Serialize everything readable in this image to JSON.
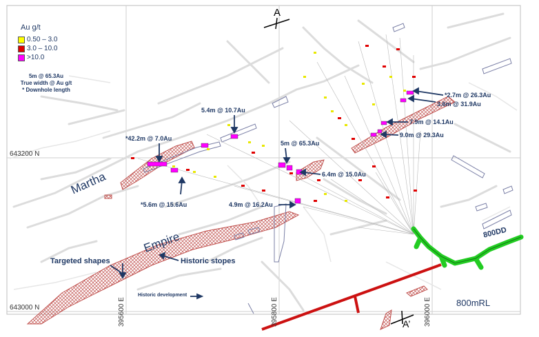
{
  "legend": {
    "title": "Au g/t",
    "items": [
      {
        "label": "0.50 – 3.0",
        "color": "#ffff00"
      },
      {
        "label": "3.0 – 10.0",
        "color": "#e00000"
      },
      {
        "label": ">10.0",
        "color": "#ff00ff"
      }
    ]
  },
  "note": {
    "line1": "5m @ 65.3Au",
    "line2": "True width @ Au g/t",
    "line3": "* Downhole length"
  },
  "section": {
    "a": "A",
    "a_prime": "A’"
  },
  "grid": {
    "northing_top": "643200 N",
    "northing_bottom": "643000 N",
    "easting_1": "395600 E",
    "easting_2": "395800 E",
    "easting_3": "396000 E"
  },
  "names": {
    "martha": "Martha",
    "empire": "Empire",
    "dd800": "800DD",
    "rl800": "800mRL"
  },
  "annotations": {
    "targeted": "Targeted shapes",
    "historic_stopes": "Historic stopes",
    "historic_dev": "Historic development"
  },
  "intercepts": [
    {
      "text": "*2.7m @ 26.3Au"
    },
    {
      "text": "3.6m @ 31.9Au"
    },
    {
      "text": "7.9m @ 14.1Au"
    },
    {
      "text": "9.0m @ 29.3Au"
    },
    {
      "text": "5.4m @ 10.7Au"
    },
    {
      "text": "*42.2m @ 7.0Au"
    },
    {
      "text": "5m @ 65.3Au"
    },
    {
      "text": "6.4m @ 15.0Au"
    },
    {
      "text": "*5.6m @ 15.6Au"
    },
    {
      "text": "4.9m @ 16.2Au"
    }
  ],
  "colors": {
    "label_blue": "#1f3864",
    "ore_shape": "#c0504d",
    "green_drive": "#22cc22",
    "red_drive": "#cc1111",
    "workings": "#d9d9d9"
  }
}
